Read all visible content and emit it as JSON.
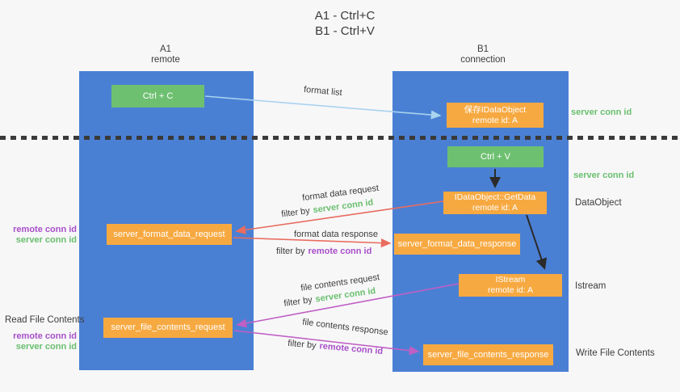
{
  "title": {
    "line1": "A1 - Ctrl+C",
    "line2": "B1 - Ctrl+V"
  },
  "columns": {
    "left": {
      "id": "A1",
      "role": "remote"
    },
    "right": {
      "id": "B1",
      "role": "connection"
    }
  },
  "nodes": {
    "ctrl_c": "Ctrl + C",
    "ctrl_v": "Ctrl + V",
    "save_dataobject": {
      "line1": "保存IDataObject",
      "line2": "remote id: A"
    },
    "getdata": {
      "line1": "IDataObject::GetData",
      "line2": "remote id: A"
    },
    "istream": {
      "line1": "IStream",
      "line2": "remote id: A"
    },
    "format_request": "server_format_data_request",
    "format_response": "server_format_data_response",
    "file_request": "server_file_contents_request",
    "file_response": "server_file_contents_response"
  },
  "edge_labels": {
    "format_list": "format list",
    "format_data_request": "format data request",
    "format_data_response": "format data response",
    "file_contents_request": "file contents request",
    "file_contents_response": "file contents response",
    "filter_by": "filter by",
    "server_conn_id": "server conn id",
    "remote_conn_id": "remote conn id"
  },
  "side_labels": {
    "right_server_conn_id_top": "server conn id",
    "right_server_conn_id_mid": "server conn id",
    "data_object": "DataObject",
    "istream": "Istream",
    "write_file_contents": "Write File Contents",
    "read_file_contents": "Read File Contents",
    "remote_conn_id": "remote conn id",
    "server_conn_id": "server conn id"
  },
  "colors": {
    "column_blue": "#4a80d4",
    "box_green": "#6ec071",
    "box_orange": "#f7a941",
    "arrow_red": "#e96c5f",
    "arrow_magenta": "#c05fc4",
    "arrow_light_blue": "#a9d3ee",
    "arrow_black": "#2b2b2b",
    "label_green": "#6abf6e",
    "label_purple": "#a84fc8",
    "text_dark": "#3c3c3c",
    "background": "#f7f7f8"
  }
}
